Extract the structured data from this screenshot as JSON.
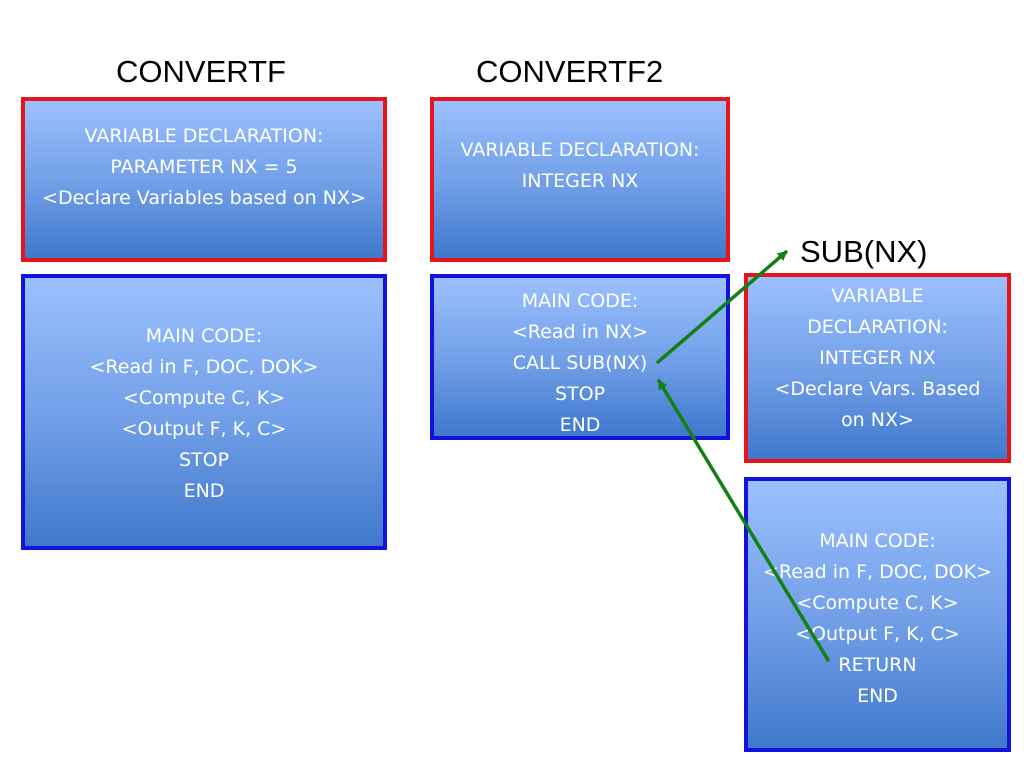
{
  "titles": {
    "convertf": "CONVERTF",
    "convertf2": "CONVERTF2",
    "sub": "SUB(NX)"
  },
  "convertf": {
    "declaration": [
      "VARIABLE DECLARATION:",
      "PARAMETER NX = 5",
      "<Declare Variables based on NX>"
    ],
    "main": [
      "MAIN CODE:",
      "<Read in F, DOC, DOK>",
      "<Compute C, K>",
      "<Output F, K, C>",
      "STOP",
      "END"
    ]
  },
  "convertf2": {
    "declaration": [
      "VARIABLE DECLARATION:",
      "INTEGER NX"
    ],
    "main": [
      "MAIN CODE:",
      "<Read in NX>",
      "CALL SUB(NX)",
      "STOP",
      "END"
    ]
  },
  "sub": {
    "declaration": [
      "VARIABLE",
      "DECLARATION:",
      "INTEGER NX",
      "<Declare Vars. Based on NX>"
    ],
    "main": [
      "MAIN CODE:",
      "<Read in F, DOC, DOK>",
      "<Compute C, K>",
      "<Output F, K, C>",
      "RETURN",
      "END"
    ]
  },
  "colors": {
    "declaration_border": "#e8141b",
    "main_border": "#1212dd",
    "arrow": "#128012"
  }
}
